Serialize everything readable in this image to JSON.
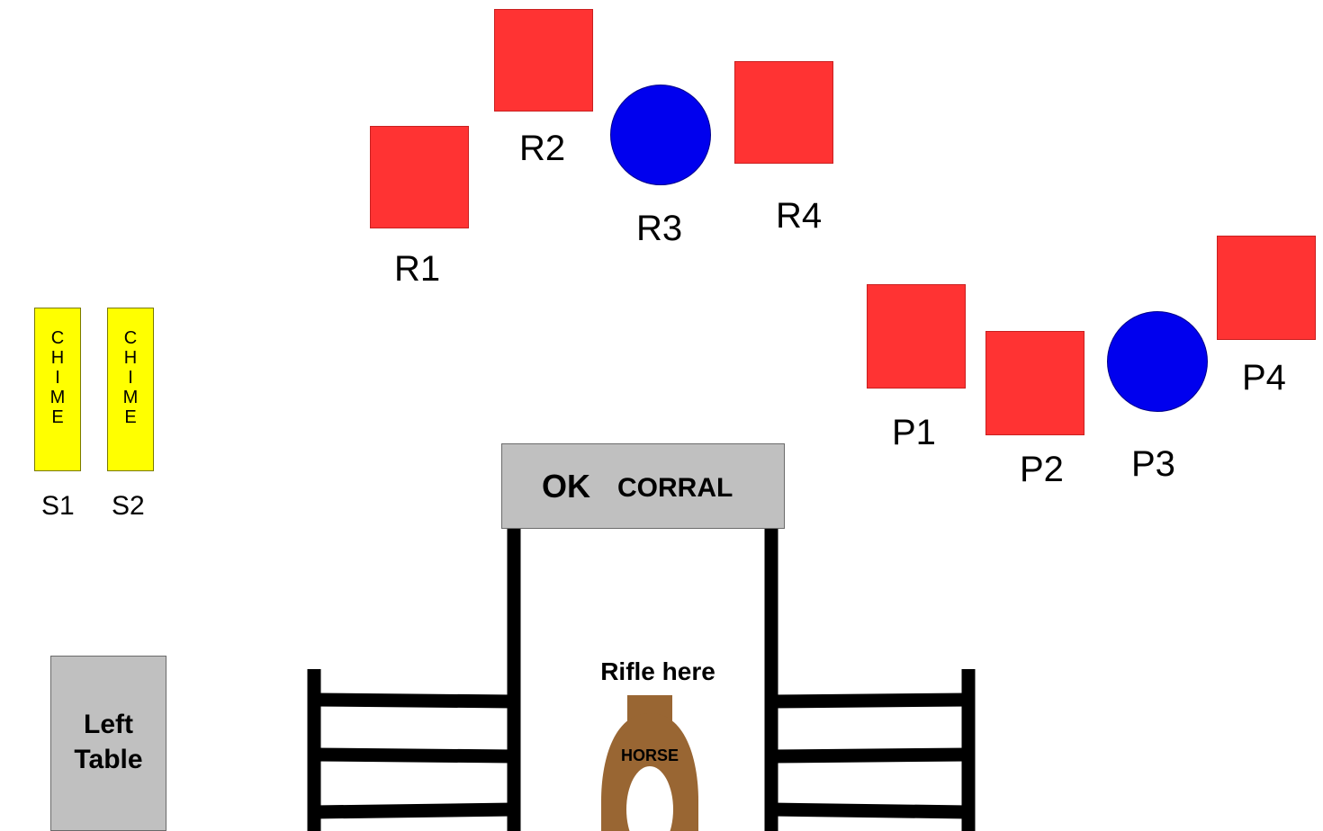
{
  "targets": {
    "rifle": [
      {
        "label": "R1",
        "shape": "square"
      },
      {
        "label": "R2",
        "shape": "square"
      },
      {
        "label": "R3",
        "shape": "circle"
      },
      {
        "label": "R4",
        "shape": "square"
      }
    ],
    "pistol": [
      {
        "label": "P1",
        "shape": "square"
      },
      {
        "label": "P2",
        "shape": "square"
      },
      {
        "label": "P3",
        "shape": "circle"
      },
      {
        "label": "P4",
        "shape": "square"
      }
    ]
  },
  "chimes": [
    {
      "text": "CHIME",
      "label": "S1"
    },
    {
      "text": "CHIME",
      "label": "S2"
    }
  ],
  "left_table": {
    "line1": "Left",
    "line2": "Table"
  },
  "sign": {
    "ok": "OK",
    "corral": "CORRAL"
  },
  "rifle_note": "Rifle here",
  "horse_label": "HORSE",
  "colors": {
    "steel_square": "#ff3333",
    "steel_circle": "#0000ee",
    "chime": "#ffff00",
    "table": "#c0c0c0",
    "fence": "#000000",
    "horse": "#996633"
  }
}
